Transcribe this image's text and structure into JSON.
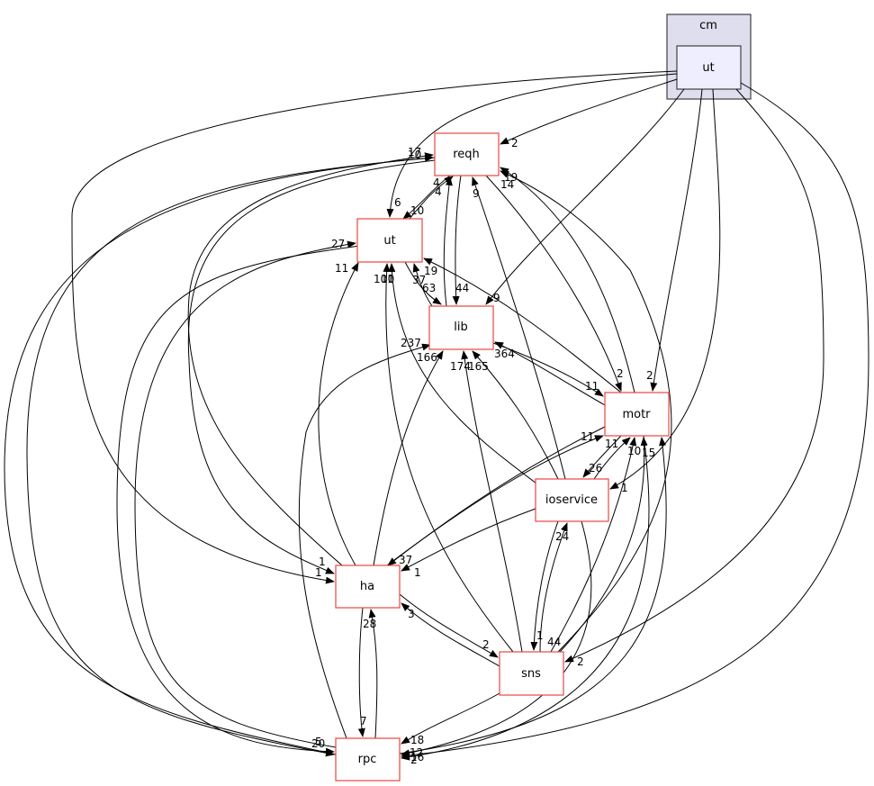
{
  "graph": {
    "cluster": {
      "id": "cm",
      "label": "cm"
    },
    "selected": {
      "id": "cm_ut",
      "label": "ut"
    },
    "nodes": [
      {
        "id": "reqh",
        "label": "reqh"
      },
      {
        "id": "ut",
        "label": "ut"
      },
      {
        "id": "lib",
        "label": "lib"
      },
      {
        "id": "motr",
        "label": "motr"
      },
      {
        "id": "ioservice",
        "label": "ioservice"
      },
      {
        "id": "ha",
        "label": "ha"
      },
      {
        "id": "sns",
        "label": "sns"
      },
      {
        "id": "rpc",
        "label": "rpc"
      }
    ],
    "edges": [
      {
        "from": "cm_ut",
        "to": "reqh",
        "count": "2"
      },
      {
        "from": "cm_ut",
        "to": "ut",
        "count": "6"
      },
      {
        "from": "cm_ut",
        "to": "lib",
        "count": "9"
      },
      {
        "from": "cm_ut",
        "to": "motr",
        "count": "2"
      },
      {
        "from": "cm_ut",
        "to": "ioservice",
        "count": "1"
      },
      {
        "from": "cm_ut",
        "to": "ha",
        "count": "1"
      },
      {
        "from": "cm_ut",
        "to": "sns",
        "count": "2"
      },
      {
        "from": "cm_ut",
        "to": "rpc",
        "count": "2"
      },
      {
        "from": "reqh",
        "to": "ut",
        "count": "10"
      },
      {
        "from": "reqh",
        "to": "lib",
        "count": "44"
      },
      {
        "from": "reqh",
        "to": "motr",
        "count": "2"
      },
      {
        "from": "reqh",
        "to": "ha",
        "count": "1"
      },
      {
        "from": "reqh",
        "to": "rpc",
        "count": "20"
      },
      {
        "from": "ut",
        "to": "reqh",
        "count": "4"
      },
      {
        "from": "ut",
        "to": "lib",
        "count": "63"
      },
      {
        "from": "ut",
        "to": "rpc",
        "count": "5"
      },
      {
        "from": "lib",
        "to": "reqh",
        "count": "4"
      },
      {
        "from": "lib",
        "to": "ut",
        "count": "37"
      },
      {
        "from": "lib",
        "to": "motr",
        "count": "11"
      },
      {
        "from": "motr",
        "to": "reqh",
        "count": "19"
      },
      {
        "from": "motr",
        "to": "ut",
        "count": "19"
      },
      {
        "from": "motr",
        "to": "lib",
        "count": "364"
      },
      {
        "from": "motr",
        "to": "ioservice",
        "count": "26"
      },
      {
        "from": "motr",
        "to": "ha",
        "count": "37"
      },
      {
        "from": "motr",
        "to": "rpc",
        "count": "16"
      },
      {
        "from": "ioservice",
        "to": "reqh",
        "count": "9"
      },
      {
        "from": "ioservice",
        "to": "ut",
        "count": "101"
      },
      {
        "from": "ioservice",
        "to": "lib",
        "count": "165"
      },
      {
        "from": "ioservice",
        "to": "motr",
        "count": "11"
      },
      {
        "from": "ioservice",
        "to": "ha",
        "count": "1"
      },
      {
        "from": "ioservice",
        "to": "sns",
        "count": "1"
      },
      {
        "from": "ioservice",
        "to": "rpc",
        "count": "12"
      },
      {
        "from": "ha",
        "to": "reqh",
        "count": "17"
      },
      {
        "from": "ha",
        "to": "ut",
        "count": "11"
      },
      {
        "from": "ha",
        "to": "lib",
        "count": "166"
      },
      {
        "from": "ha",
        "to": "motr",
        "count": "11"
      },
      {
        "from": "ha",
        "to": "sns",
        "count": "2"
      },
      {
        "from": "ha",
        "to": "rpc",
        "count": "28"
      },
      {
        "from": "sns",
        "to": "reqh",
        "count": "14"
      },
      {
        "from": "sns",
        "to": "ut",
        "count": "10"
      },
      {
        "from": "sns",
        "to": "lib",
        "count": "174"
      },
      {
        "from": "sns",
        "to": "motr",
        "count": "10"
      },
      {
        "from": "sns",
        "to": "ioservice",
        "count": "24"
      },
      {
        "from": "sns",
        "to": "ha",
        "count": "3"
      },
      {
        "from": "sns",
        "to": "rpc",
        "count": "18"
      },
      {
        "from": "rpc",
        "to": "reqh",
        "count": "10"
      },
      {
        "from": "rpc",
        "to": "ut",
        "count": "27"
      },
      {
        "from": "rpc",
        "to": "lib",
        "count": "237"
      },
      {
        "from": "rpc",
        "to": "motr",
        "count": "15"
      },
      {
        "from": "rpc",
        "to": "ha",
        "count": "7"
      },
      {
        "from": "sns",
        "to": "motr",
        "count": "44"
      }
    ]
  }
}
